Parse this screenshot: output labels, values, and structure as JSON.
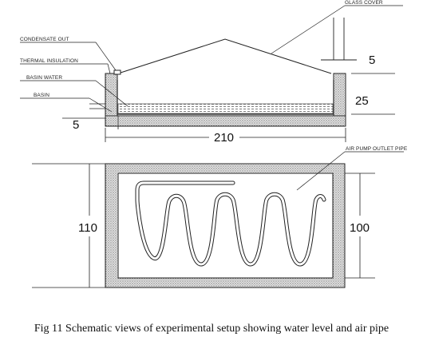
{
  "labels": {
    "glass_cover": "GLASS COVER",
    "condensate_out": "CONDENSATE OUT",
    "thermal_insulation": "THERMAL INSULATION",
    "basin_water": "BASIN WATER",
    "basin": "BASIN",
    "air_pump_outlet_pipe": "AIR PUMP OUTLET PIPE"
  },
  "dimensions": {
    "glass_gap": "5",
    "side_height": "25",
    "wall_thickness": "5",
    "length": "210",
    "outer_width": "110",
    "inner_width": "100"
  },
  "caption": "Fig 11 Schematic views of experimental setup showing water level and air pipe",
  "colors": {
    "line": "#222222",
    "insulation_fill": "#cfcfcf"
  }
}
